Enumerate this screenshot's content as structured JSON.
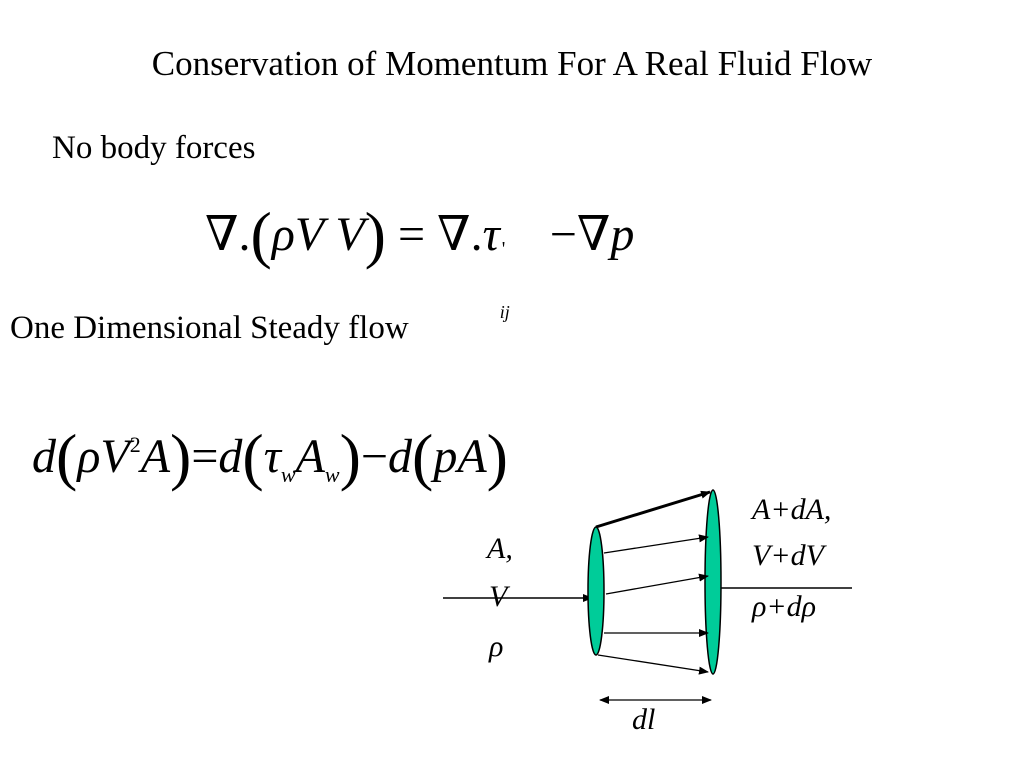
{
  "title": "Conservation of Momentum For A Real Fluid Flow",
  "heading_body_forces": "No body forces",
  "heading_one_dim": "One Dimensional Steady flow",
  "eq1": {
    "nabla_dot": "∇.",
    "rho": "ρ",
    "vv": "V V",
    "eq": "=",
    "nabla_dot2": "∇.",
    "tau": "τ",
    "prime": "'",
    "ij": "ij",
    "minus": "−",
    "nabla": "∇",
    "p": "p"
  },
  "eq2": {
    "d1": "d",
    "rho": "ρ",
    "V": "V",
    "sq": "2",
    "A": "A",
    "eq": "=",
    "d2": "d",
    "tau": "τ",
    "w1": "w",
    "Aw": "A",
    "w2": "w",
    "minus": "−",
    "d3": "d",
    "pA": "pA"
  },
  "diagram": {
    "inlet_A": "A,",
    "inlet_V": "V",
    "inlet_rho": "ρ",
    "outlet_A": "A+dA,",
    "outlet_V": "V+dV",
    "outlet_rho": "ρ+dρ",
    "dl": "dl",
    "disk_color": "#00cc99"
  }
}
